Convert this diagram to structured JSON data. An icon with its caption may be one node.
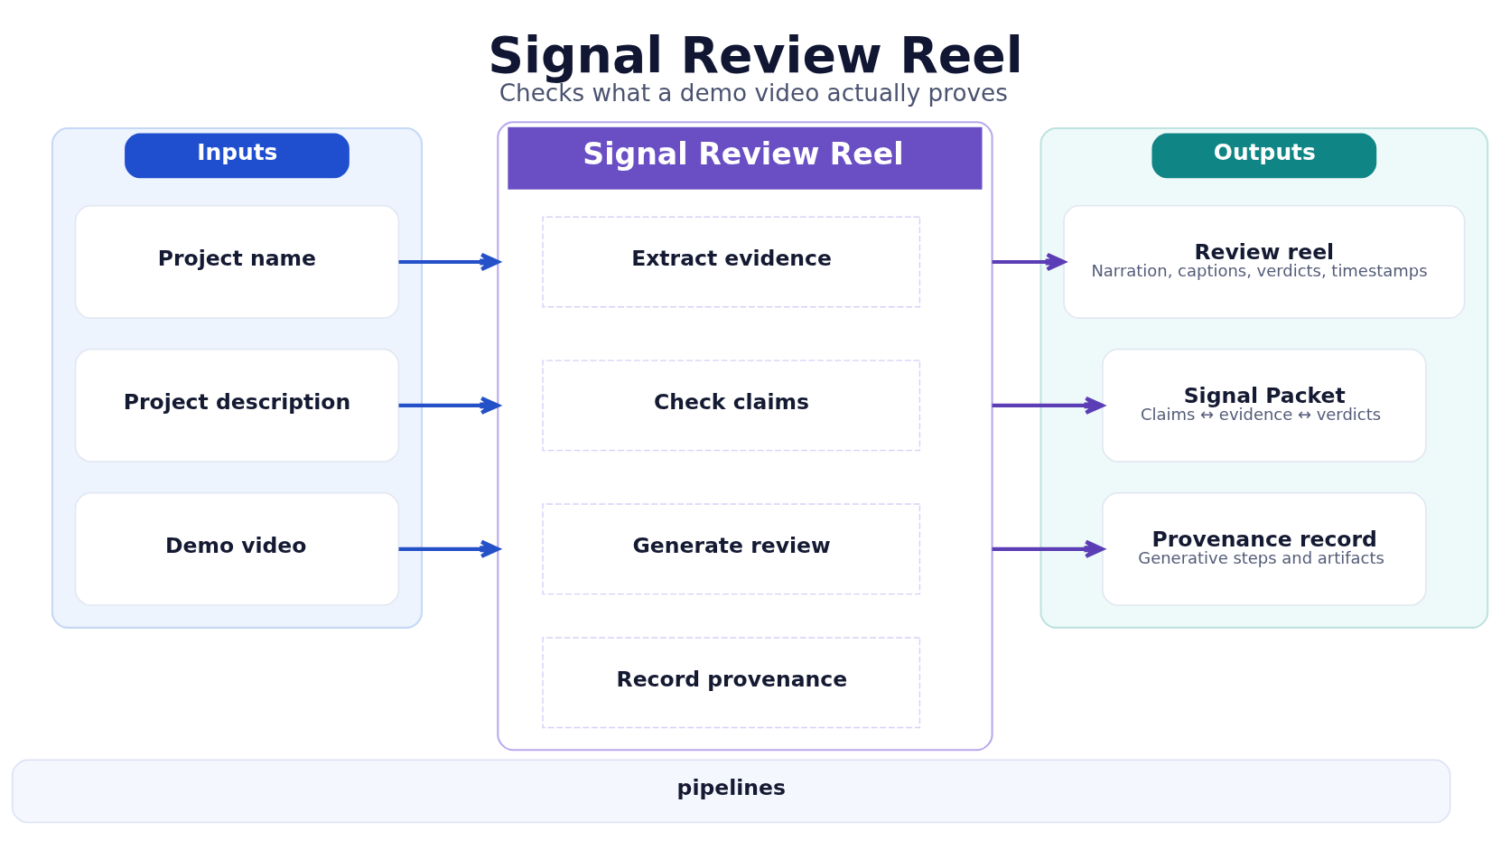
{
  "diagram": {
    "title": "Signal Review Reel",
    "caption": "Checks what a demo video actually proves",
    "nodes": [
      {
        "text": [
          "Inputs"
        ]
      },
      {
        "text": [
          "Project name"
        ],
        "in": 0
      },
      {
        "text": [
          "Project description"
        ],
        "in": 0
      },
      {
        "text": [
          "Demo video"
        ],
        "in": 0
      },
      {
        "text": [
          "Signal Review Reel"
        ]
      },
      {
        "text": [
          "Extract evidence"
        ],
        "in": 4
      },
      {
        "text": [
          "Check claims"
        ],
        "in": 4
      },
      {
        "text": [
          "Generate review"
        ],
        "in": 4
      },
      {
        "text": [
          "Record provenance"
        ],
        "in": 4
      },
      {
        "text": [
          "Outputs"
        ]
      },
      {
        "text": [
          "Review reel",
          "Narration, captions, verdicts, timestamps"
        ],
        "in": 9
      },
      {
        "text": [
          "Signal Packet",
          "Claims ↔ evidence ↔ verdicts"
        ],
        "in": 9
      },
      {
        "text": [
          "Provenance record",
          "Generative steps and artifacts"
        ],
        "in": 9
      },
      {
        "text": [
          "pipelines"
        ]
      }
    ],
    "edges": [
      {
        "from": 1,
        "to": 4,
        "arrow": "to",
        "color": "#2451c8"
      },
      {
        "from": 2,
        "to": 4,
        "arrow": "to",
        "color": "#2451c8"
      },
      {
        "from": 3,
        "to": 4,
        "arrow": "to",
        "color": "#2451c8"
      },
      {
        "from": 4,
        "to": 10,
        "arrow": "to",
        "color": "#5b3db5"
      },
      {
        "from": 4,
        "to": 11,
        "arrow": "to",
        "color": "#5b3db5"
      },
      {
        "from": 4,
        "to": 12,
        "arrow": "to",
        "color": "#5b3db5"
      }
    ]
  }
}
